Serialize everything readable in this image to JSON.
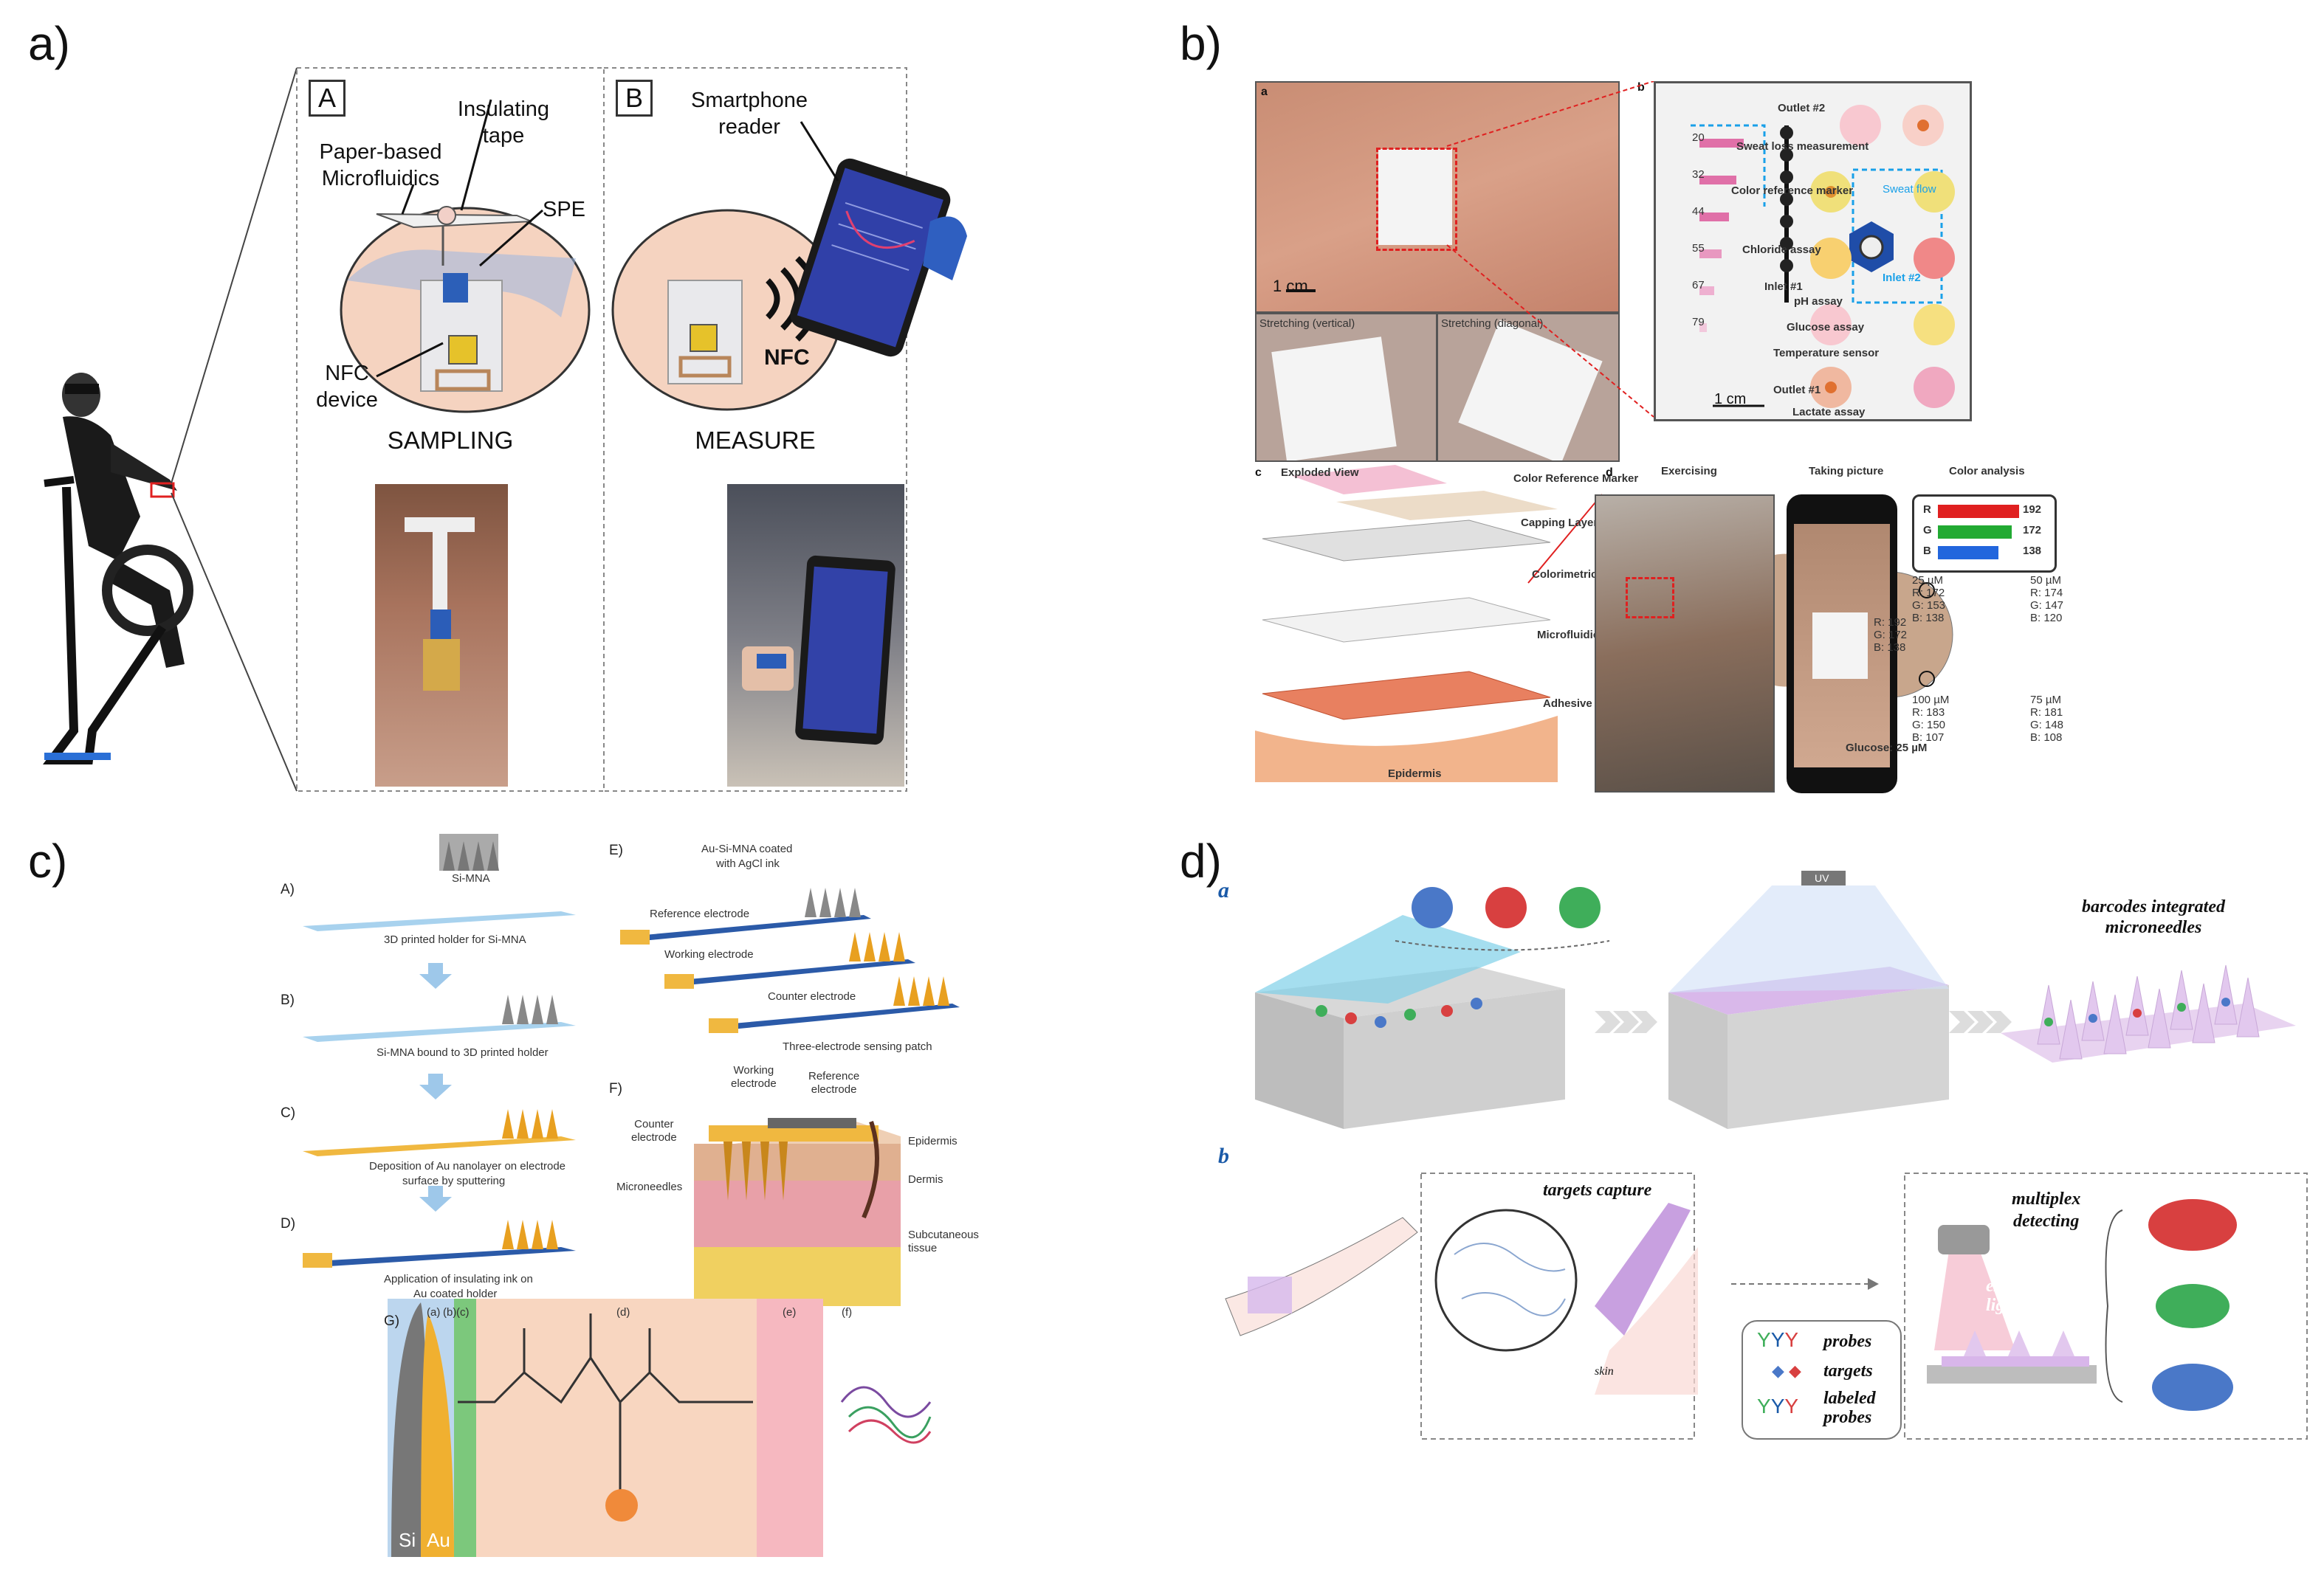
{
  "panel_labels": {
    "a": "a)",
    "b": "b)",
    "c": "c)",
    "d": "d)"
  },
  "panel_a": {
    "box_a": "A",
    "box_b": "B",
    "insulating_tape": "Insulating tape",
    "paper_microfluidics": "Paper-based Microfluidics",
    "spe": "SPE",
    "nfc_device": "NFC device",
    "smartphone_reader": "Smartphone reader",
    "nfc": "NFC",
    "sampling": "SAMPLING",
    "measure": "MEASURE"
  },
  "panel_b": {
    "sub_a": "a",
    "sub_b": "b",
    "sub_c": "c",
    "sub_d": "d",
    "scale_1cm": "1 cm",
    "stretch_vertical": "Stretching (vertical)",
    "stretch_diagonal": "Stretching (diagonal)",
    "outlet2": "Outlet #2",
    "sweat_loss": "Sweat loss measurement",
    "color_ref_marker": "Color reference marker",
    "chloride": "Chloride assay",
    "inlet1": "Inlet #1",
    "ph": "pH assay",
    "glucose": "Glucose assay",
    "temperature": "Temperature sensor",
    "lactate": "Lactate assay",
    "outlet1": "Outlet #1",
    "inlet2": "Inlet #2",
    "sweat_flow": "Sweat flow",
    "ticks": [
      "20",
      "32",
      "44",
      "55",
      "67",
      "79"
    ],
    "exploded_view": "Exploded View",
    "color_ref_marker2": "Color Reference Marker",
    "capping_layer": "Capping Layer",
    "colorimetric_assay": "Colorimetric assay",
    "microfluidic_channel": "Microfluidic Channel",
    "adhesive_layer": "Adhesive Layer",
    "epidermis": "Epidermis",
    "exercising": "Exercising",
    "taking_picture": "Taking picture",
    "color_analysis": "Color analysis",
    "rgb_r_label": "R",
    "rgb_r_val": "192",
    "rgb_g_label": "G",
    "rgb_g_val": "172",
    "rgb_b_label": "B",
    "rgb_b_val": "138",
    "tl_conc": "25 µM",
    "tl_r": "R: 172",
    "tl_g": "G: 153",
    "tl_b": "B: 138",
    "tr_conc": "50 µM",
    "tr_r": "R: 174",
    "tr_g": "G: 147",
    "tr_b": "B: 120",
    "bl_conc": "100 µM",
    "bl_r": "R: 183",
    "bl_g": "G: 150",
    "bl_b": "B: 107",
    "br_conc": "75 µM",
    "br_r": "R: 181",
    "br_g": "G: 148",
    "br_b": "B: 108",
    "center_r": "R: 192",
    "center_g": "G: 172",
    "center_b": "B: 138",
    "glucose_result": "Glucose: 25 µM",
    "colors": {
      "r": "#e02020",
      "g": "#22aa33",
      "b": "#2266dd"
    }
  },
  "panel_c": {
    "step_a": "A)",
    "a_label": "Si-MNA",
    "a_caption": "3D printed holder for Si-MNA",
    "step_b": "B)",
    "b_caption": "Si-MNA bound to 3D printed holder",
    "step_c": "C)",
    "c_caption1": "Deposition of Au nanolayer on electrode",
    "c_caption2": "surface by sputtering",
    "step_d": "D)",
    "d_caption1": "Application of insulating ink on",
    "d_caption2": "Au coated holder",
    "step_e": "E)",
    "e_title1": "Au-Si-MNA coated",
    "e_title2": "with AgCl ink",
    "reference_electrode": "Reference electrode",
    "working_electrode": "Working electrode",
    "counter_electrode": "Counter electrode",
    "three_electrode": "Three-electrode sensing patch",
    "step_f": "F)",
    "f_working1": "Working",
    "f_working2": "electrode",
    "f_reference1": "Reference",
    "f_reference2": "electrode",
    "f_counter1": "Counter",
    "f_counter2": "electrode",
    "f_microneedles": "Microneedles",
    "f_epidermis": "Epidermis",
    "f_dermis": "Dermis",
    "f_subcut1": "Subcutaneous",
    "f_subcut2": "tissue",
    "step_g": "G)",
    "g_sub": [
      "(a)",
      "(b)",
      "(c)",
      "(d)",
      "(e)",
      "(f)"
    ],
    "g_si": "Si",
    "g_au": "Au"
  },
  "panel_d": {
    "sub_a": "a",
    "sub_b": "b",
    "barcodes1": "barcodes integrated",
    "barcodes2": "microneedles",
    "uv": "UV",
    "targets_capture": "targets capture",
    "skin": "skin",
    "multiplex1": "multiplex",
    "multiplex2": "detecting",
    "exciting1": "exciting",
    "exciting2": "light",
    "legend_probes": "probes",
    "legend_targets": "targets",
    "legend_labeled1": "labeled",
    "legend_labeled2": "probes",
    "colors": {
      "blue": "#4a78c8",
      "red": "#d84040",
      "green": "#3fae5a",
      "purple": "#c9a8e0"
    }
  }
}
